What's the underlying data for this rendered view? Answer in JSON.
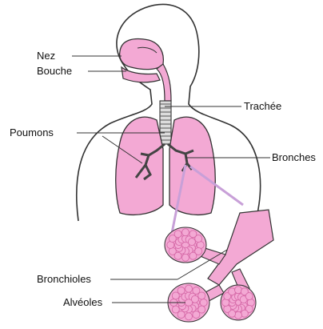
{
  "labels": {
    "nose": "Nez",
    "mouth": "Bouche",
    "trachea": "Trachée",
    "lungs": "Poumons",
    "bronchi": "Bronches",
    "bronchioles": "Bronchioles",
    "alveoli": "Alvéoles"
  },
  "colors": {
    "tissue": "#f3a9d4",
    "tissue_dark": "#d66aa8",
    "outline": "#333333",
    "tube": "#c8a0d8",
    "cartilage": "#bfbfbf"
  }
}
